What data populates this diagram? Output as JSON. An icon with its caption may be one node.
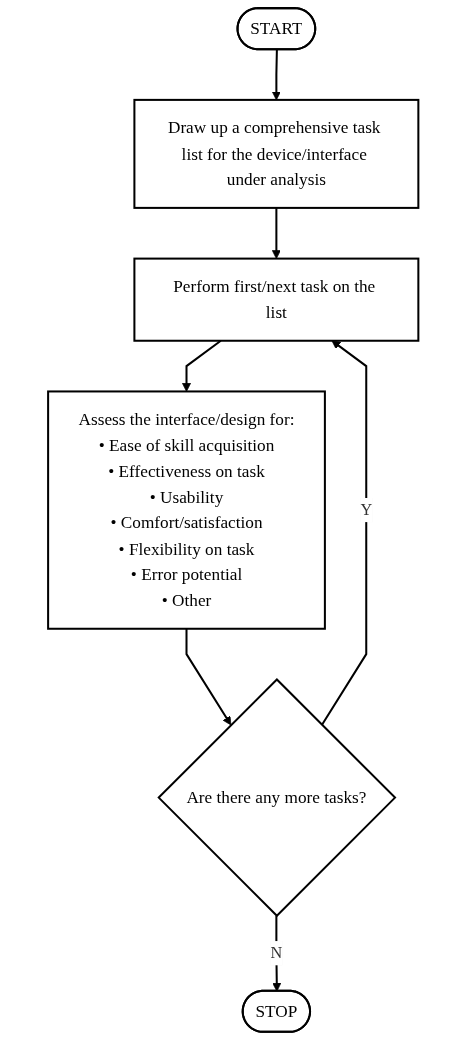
{
  "diagram": {
    "nodes": [
      {
        "text": [
          "START"
        ]
      },
      {
        "text": [
          "Draw up a comprehensive task list for the device/interface under analysis"
        ]
      },
      {
        "text": [
          "Perform first/next task on the list"
        ]
      },
      {
        "text": [
          "Assess the interface/design for:",
          "• Ease of skill acquisition",
          "• Effectiveness on task",
          "• Usability",
          "• Comfort/satisfaction",
          "• Flexibility on task",
          "• Error potential",
          "• Other"
        ]
      },
      {
        "text": [
          "Are there any more tasks?"
        ]
      },
      {
        "text": [
          "STOP"
        ]
      }
    ],
    "edges": [
      {
        "from": 0,
        "to": 1,
        "arrow": "to"
      },
      {
        "from": 1,
        "to": 2,
        "arrow": "to"
      },
      {
        "from": 2,
        "to": 3,
        "arrow": "to"
      },
      {
        "from": 3,
        "to": 4,
        "arrow": "to"
      },
      {
        "from": 4,
        "to": 2,
        "arrow": "to",
        "label": "Y"
      },
      {
        "from": 4,
        "to": 5,
        "arrow": "to",
        "label": "N"
      }
    ]
  }
}
